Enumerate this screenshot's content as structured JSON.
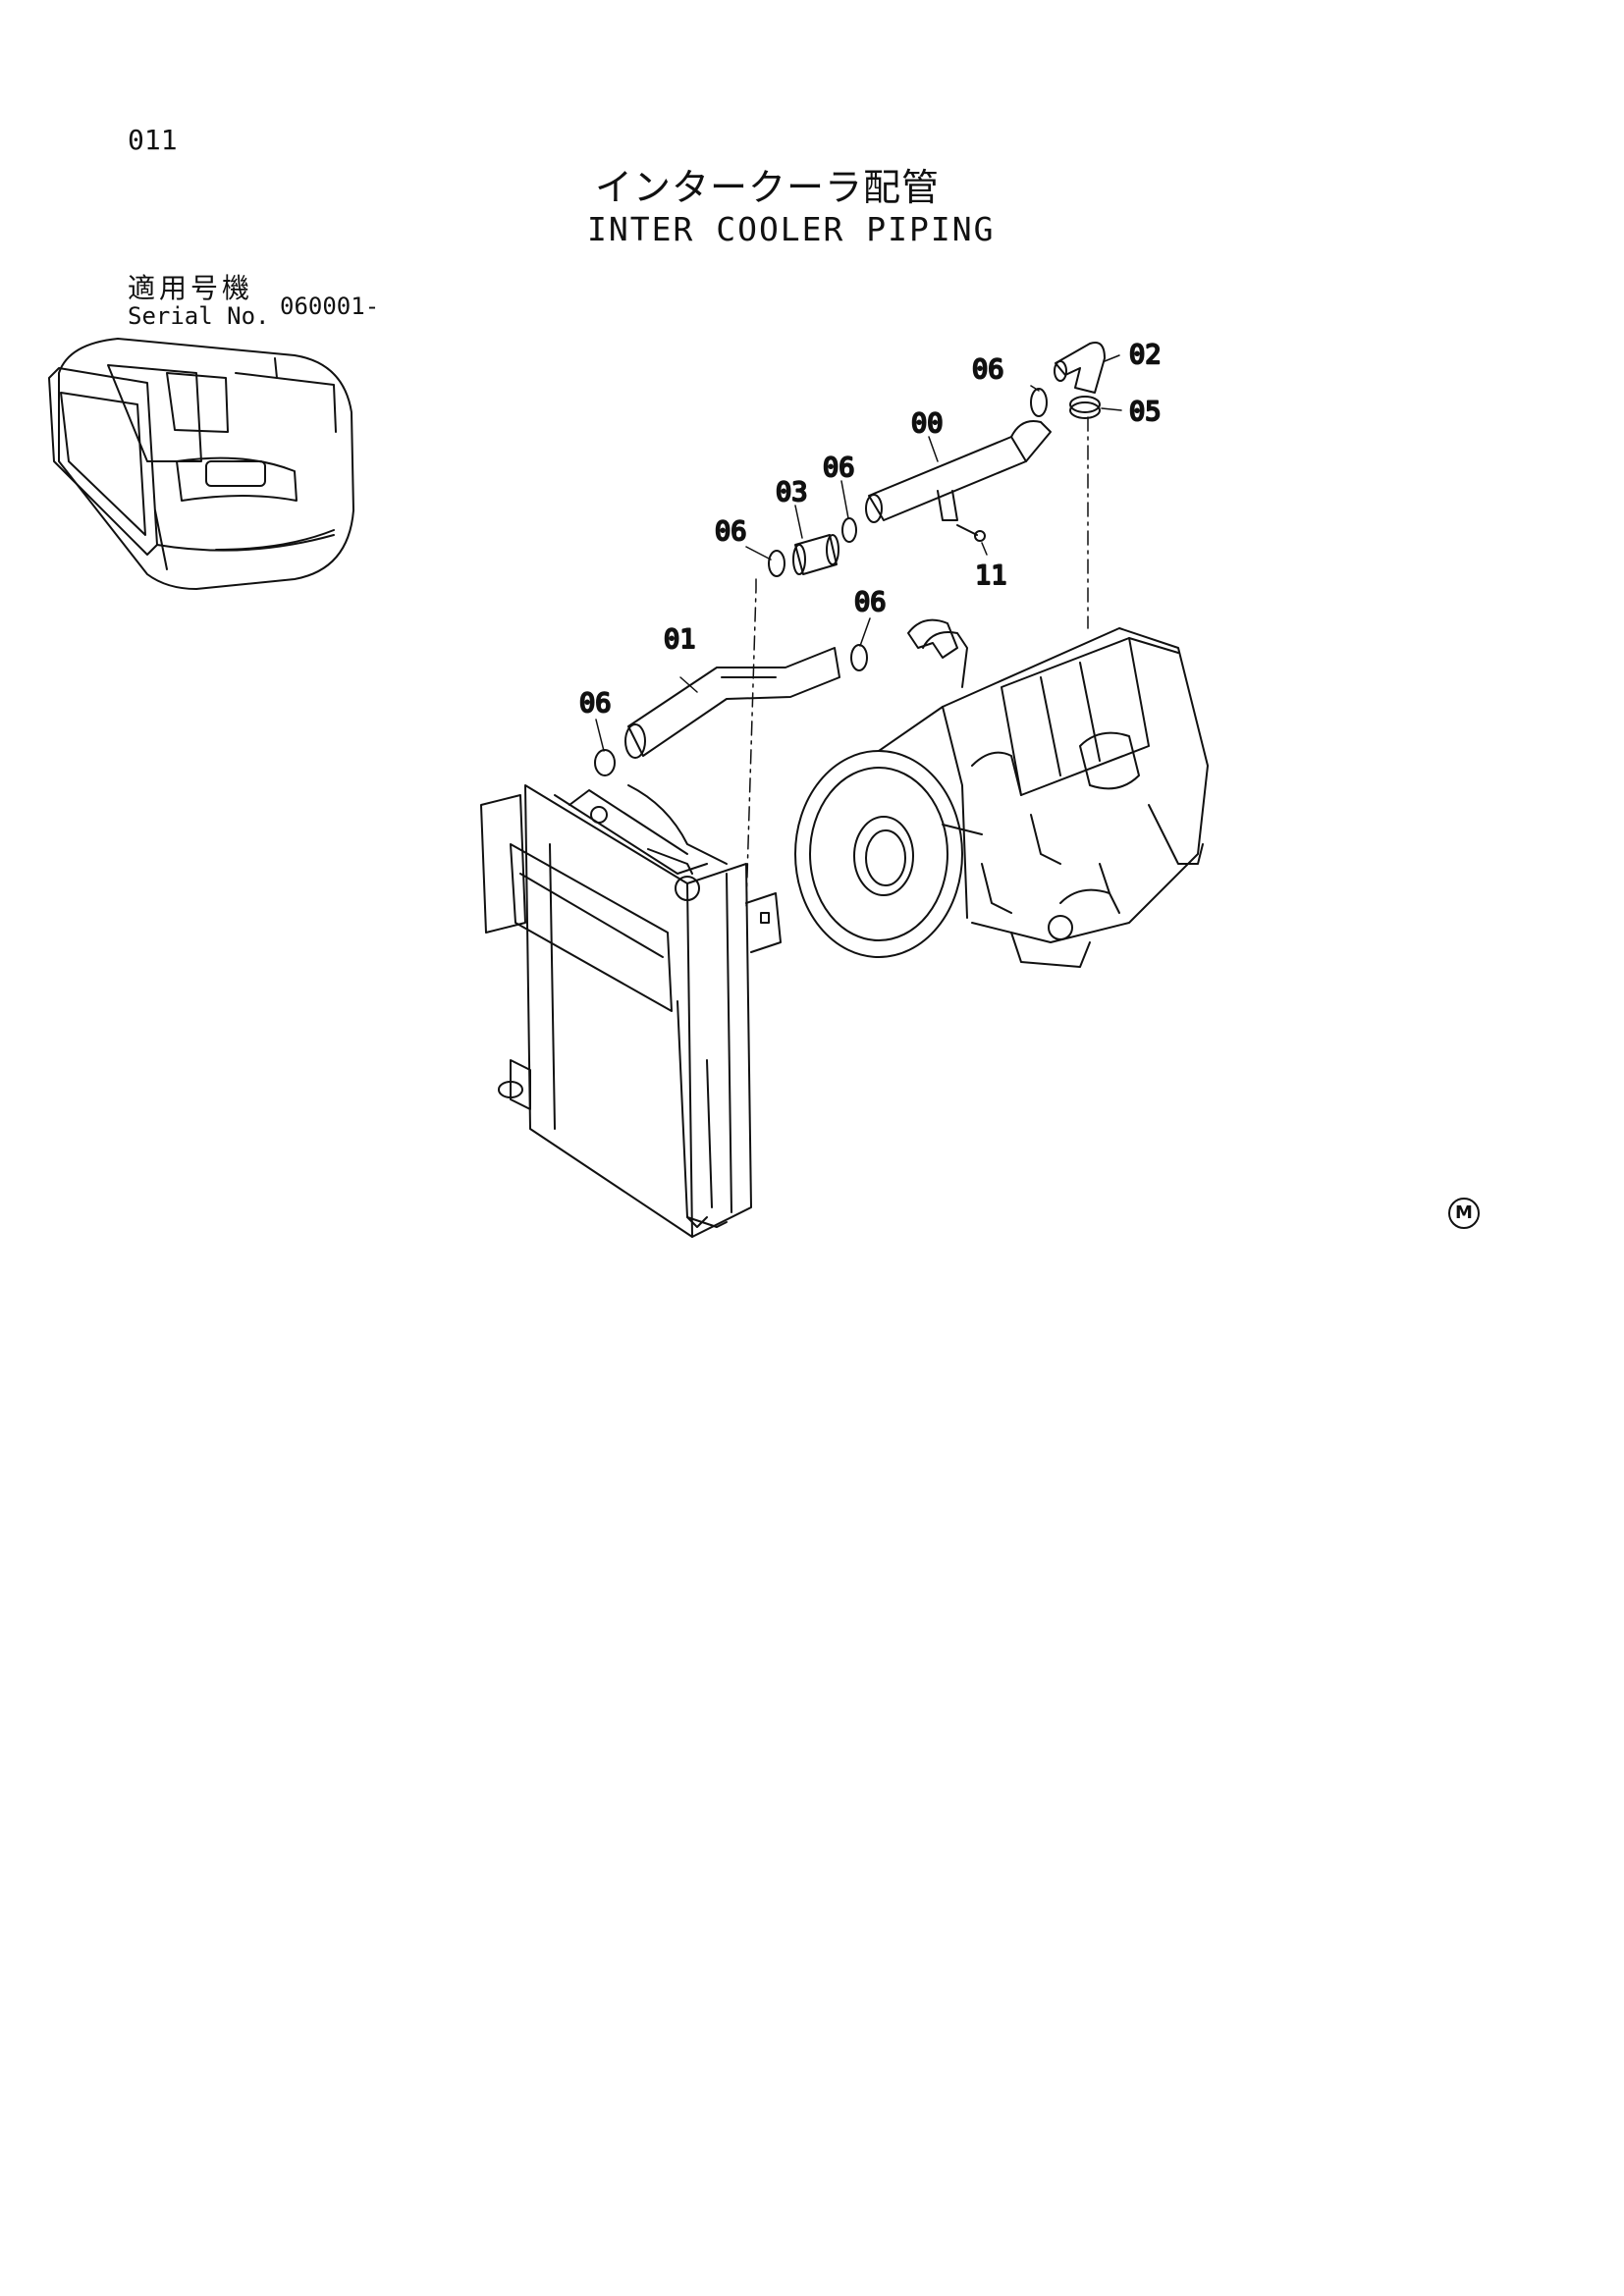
{
  "page_number": "011",
  "title_jp": "インタークーラ配管",
  "title_en": "INTER COOLER PIPING",
  "serial": {
    "label_jp": "適用号機",
    "label_en": "Serial No.",
    "value": "060001-"
  },
  "marker": "M",
  "callouts": [
    {
      "id": "c00",
      "label": "00"
    },
    {
      "id": "c01",
      "label": "01"
    },
    {
      "id": "c02",
      "label": "02"
    },
    {
      "id": "c03",
      "label": "03"
    },
    {
      "id": "c05",
      "label": "05"
    },
    {
      "id": "c06a",
      "label": "06"
    },
    {
      "id": "c06b",
      "label": "06"
    },
    {
      "id": "c06c",
      "label": "06"
    },
    {
      "id": "c06d",
      "label": "06"
    },
    {
      "id": "c06e",
      "label": "06"
    },
    {
      "id": "c11",
      "label": "11"
    }
  ]
}
